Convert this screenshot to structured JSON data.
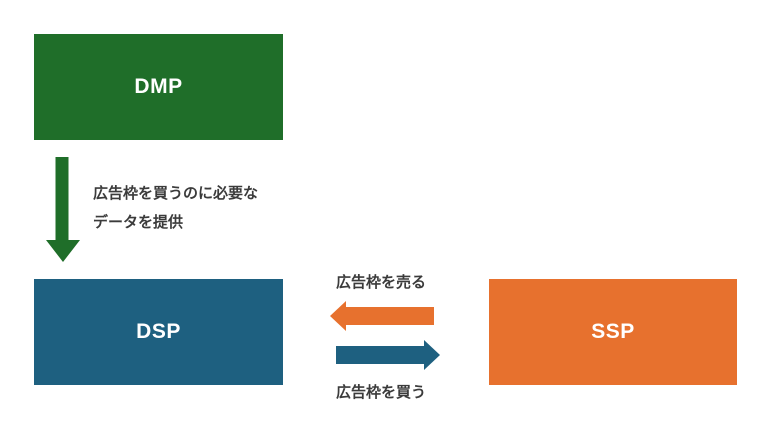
{
  "diagram": {
    "background": "#ffffff",
    "text_color": "#3b3b3b",
    "nodes": {
      "dmp": {
        "label": "DMP",
        "color": "#1f6e29"
      },
      "dsp": {
        "label": "DSP",
        "color": "#1e6080"
      },
      "ssp": {
        "label": "SSP",
        "color": "#e7712e"
      }
    },
    "edges": {
      "dmp_to_dsp": {
        "from": "DMP",
        "to": "DSP",
        "direction": "down",
        "color": "#1f6e29",
        "label_line1": "広告枠を買うのに必要な",
        "label_line2": "データを提供"
      },
      "ssp_to_dsp": {
        "from": "SSP",
        "to": "DSP",
        "direction": "left",
        "color": "#e7712e",
        "label": "広告枠を売る"
      },
      "dsp_to_ssp": {
        "from": "DSP",
        "to": "SSP",
        "direction": "right",
        "color": "#1e6080",
        "label": "広告枠を買う"
      }
    }
  }
}
